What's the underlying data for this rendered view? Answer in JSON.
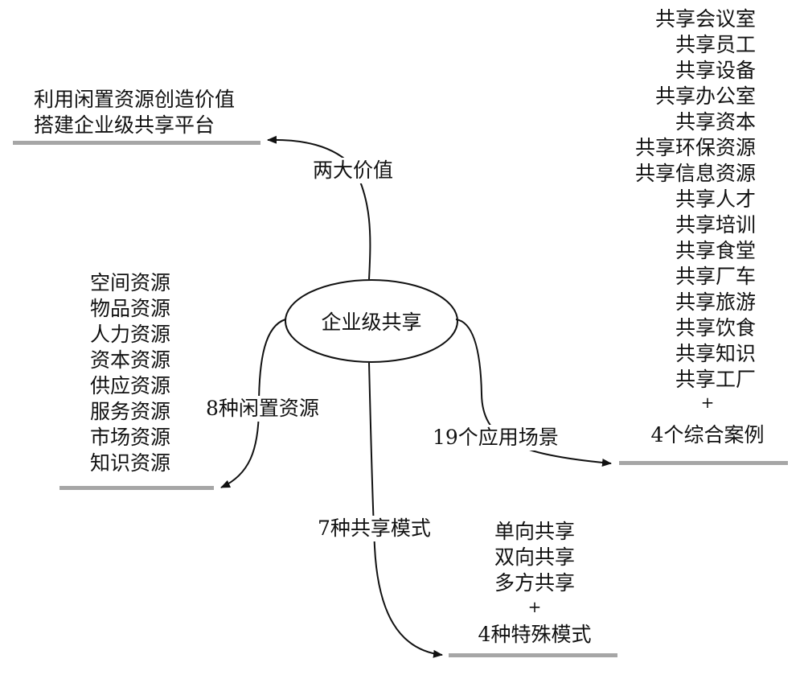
{
  "colors": {
    "line": "#111111",
    "underline": "#a6a6a6",
    "background": "#ffffff"
  },
  "center": {
    "label": "企业级共享"
  },
  "branches": {
    "values": {
      "label": "两大价值",
      "items": [
        "利用闲置资源创造价值",
        "搭建企业级共享平台"
      ]
    },
    "idle_resources": {
      "label": "8种闲置资源",
      "items": [
        "空间资源",
        "物品资源",
        "人力资源",
        "资本资源",
        "供应资源",
        "服务资源",
        "市场资源",
        "知识资源"
      ]
    },
    "scenarios": {
      "label": "19个应用场景",
      "items": [
        "共享会议室",
        "共享员工",
        "共享设备",
        "共享办公室",
        "共享资本",
        "共享环保资源",
        "共享信息资源",
        "共享人才",
        "共享培训",
        "共享食堂",
        "共享厂车",
        "共享旅游",
        "共享饮食",
        "共享知识",
        "共享工厂"
      ],
      "plus": "+",
      "extra": "4个综合案例"
    },
    "modes": {
      "label": "7种共享模式",
      "items": [
        "单向共享",
        "双向共享",
        "多方共享"
      ],
      "plus": "+",
      "extra": "4种特殊模式"
    }
  }
}
